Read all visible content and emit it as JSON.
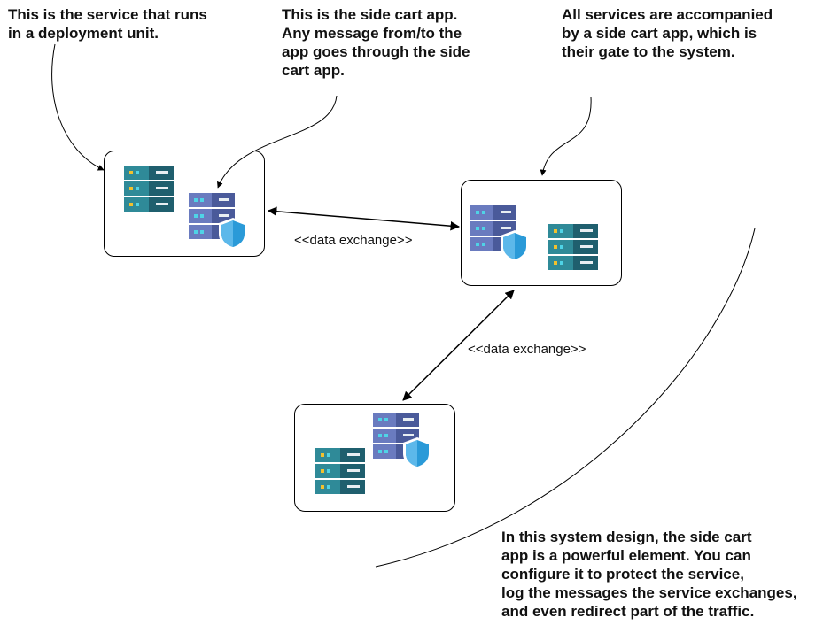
{
  "notes": {
    "service": "This is the service that runs\nin a deployment unit.",
    "sidecar": "This is the side cart app.\nAny message from/to the\napp goes through the side\ncart app.",
    "all_services": "All services are accompanied\nby a side cart app, which is\ntheir gate to the system.",
    "design": "In this system design, the side cart\napp is a powerful element. You can\nconfigure it to protect the service,\nlog the messages the service exchanges,\nand even redirect part of the traffic."
  },
  "edges": {
    "exchange_1": "<<data exchange>>",
    "exchange_2": "<<data exchange>>"
  },
  "colors": {
    "service_server": "#1f5f6e",
    "service_light": "#2f8a98",
    "sidecar_server": "#4a5a9a",
    "sidecar_light": "#6a7bbf",
    "shield": "#2a9ad8",
    "led_yellow": "#f2c12e",
    "led_cyan": "#4fd3e6"
  },
  "icons": {
    "service": "server-rack-icon",
    "sidecar": "shielded-server-icon"
  }
}
